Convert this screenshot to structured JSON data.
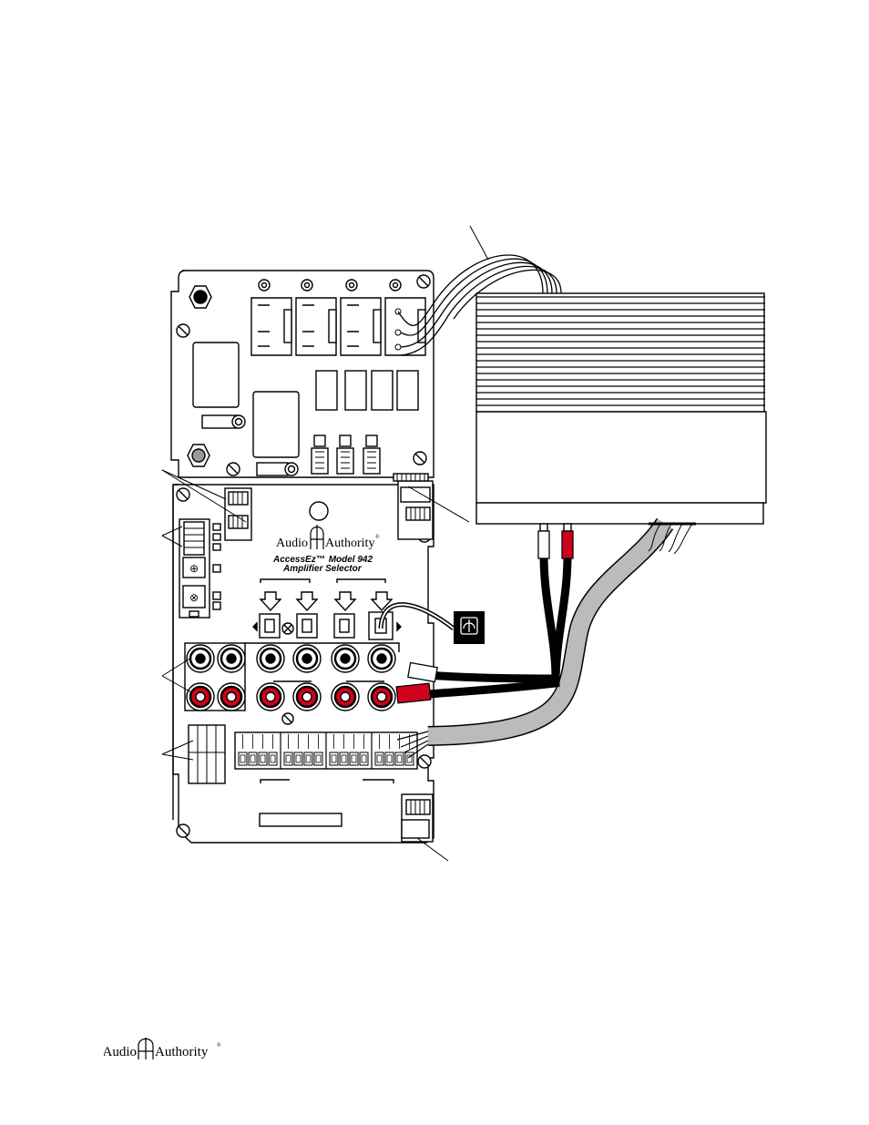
{
  "brand": {
    "left": "Audio",
    "right": "Authority",
    "registered": "®"
  },
  "product": {
    "series": "AccessEz™",
    "model": "Model 942",
    "name": "Amplifier Selector"
  },
  "footer": {
    "brand_left": "Audio",
    "brand_right": "Authority",
    "registered": "®"
  },
  "colors": {
    "line": "#000000",
    "red_jack": "#d0021b",
    "cable_gray": "#bbbbbb",
    "white": "#ffffff"
  }
}
